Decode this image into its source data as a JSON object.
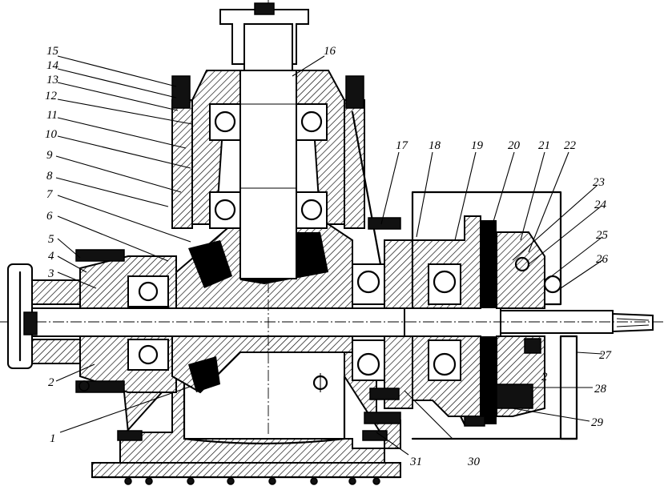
{
  "callouts": {
    "c1": "1",
    "c2": "2",
    "c3": "3",
    "c4": "4",
    "c5": "5",
    "c6": "6",
    "c7": "7",
    "c8": "8",
    "c9": "9",
    "c10": "10",
    "c11": "11",
    "c12": "12",
    "c13": "13",
    "c14": "14",
    "c15": "15",
    "c16": "16",
    "c17": "17",
    "c18": "18",
    "c19": "19",
    "c20": "20",
    "c21": "21",
    "c22": "22",
    "c23": "23",
    "c24": "24",
    "c25": "25",
    "c26": "26",
    "c27": "27",
    "c28": "28",
    "c29": "29",
    "c30": "30",
    "c31": "31",
    "c2b": "2"
  }
}
